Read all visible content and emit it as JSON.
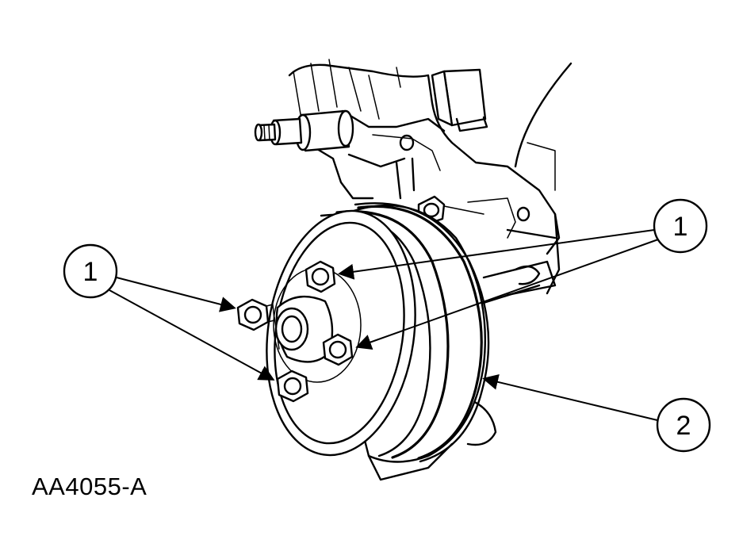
{
  "callouts": [
    {
      "id": "callout-1-left",
      "label": "1"
    },
    {
      "id": "callout-1-right",
      "label": "1"
    },
    {
      "id": "callout-2",
      "label": "2"
    }
  ],
  "figure_id": "AA4055-A",
  "colors": {
    "ink": "#000000",
    "paper": "#ffffff"
  }
}
